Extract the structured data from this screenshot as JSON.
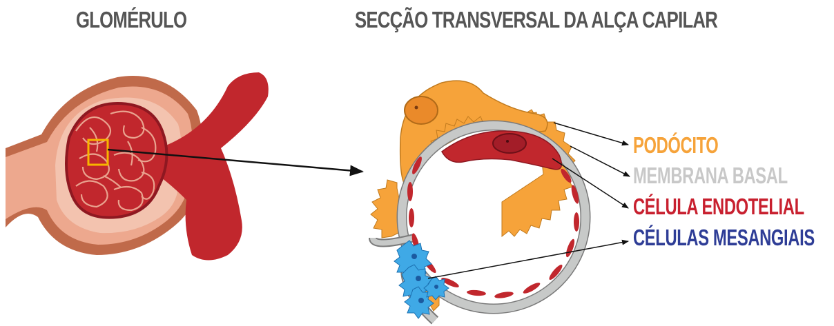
{
  "titles": {
    "left": "GLOMÉRULO",
    "right": "SECÇÃO TRANSVERSAL DA ALÇA CAPILAR"
  },
  "labels": [
    {
      "key": "podocito",
      "text": "PODÓCITO",
      "color": "#f6a33a"
    },
    {
      "key": "membrana",
      "text": "MEMBRANA BASAL",
      "color": "#c8c8c8"
    },
    {
      "key": "endotelial",
      "text": "CÉLULA ENDOTELIAL",
      "color": "#c8202f"
    },
    {
      "key": "mesangial",
      "text": "CÉLULAS MESANGIAIS",
      "color": "#2e3d96"
    }
  ],
  "colors": {
    "capsule_outer": "#c06a4a",
    "capsule_inner": "#eda88e",
    "vessel": "#c1272d",
    "membrane": "#c7c9c8",
    "mesangial": "#3fa9e6",
    "highlight_box": "#f7b500"
  }
}
